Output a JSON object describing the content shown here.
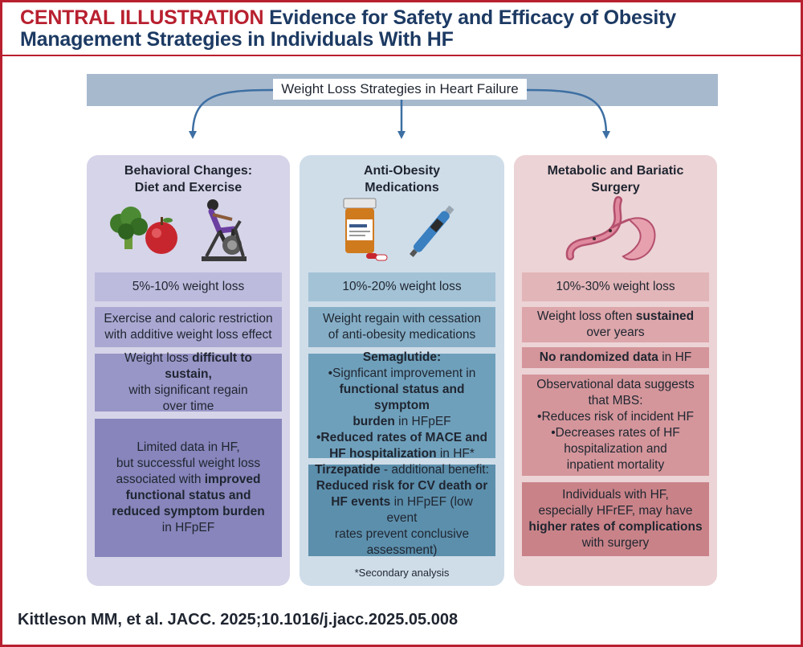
{
  "header": {
    "label": "CENTRAL ILLUSTRATION",
    "title_line1": "Evidence for Safety and Efficacy of Obesity",
    "title_line2": "Management Strategies in Individuals With HF"
  },
  "banner": {
    "text": "Weight Loss Strategies in Heart Failure"
  },
  "columns": [
    {
      "title_line1": "Behavioral Changes:",
      "title_line2": "Diet and Exercise",
      "box1": "5%-10% weight loss",
      "box2_line1": "Exercise and caloric restriction",
      "box2_line2": "with additive weight loss effect",
      "box3_pre": "Weight loss ",
      "box3_bold": "difficult to sustain,",
      "box3_line2": "with significant regain",
      "box3_line3": "over time",
      "box4_line1": "Limited data in HF,",
      "box4_line2": "but successful weight loss",
      "box4_line3_pre": "associated with ",
      "box4_line3_bold": "improved",
      "box4_line4_bold": "functional status and",
      "box4_line5_bold": "reduced symptom burden",
      "box4_line6": "in HFpEF"
    },
    {
      "title_line1": "Anti-Obesity",
      "title_line2": "Medications",
      "box1": "10%-20% weight loss",
      "box2_line1": "Weight regain with cessation",
      "box2_line2": "of anti-obesity medications",
      "box3_heading": "Semaglutide:",
      "box3_b1_line1": "•Signficant improvement in",
      "box3_b1_bold1": "functional status and symptom",
      "box3_b1_bold2": "burden",
      "box3_b1_rest": " in HFpEF",
      "box3_b2_bold1": "•Reduced rates of MACE and",
      "box3_b2_bold2": "HF hospitalization",
      "box3_b2_rest": " in HF*",
      "box4_bold1": "Tirzepatide",
      "box4_line1_rest": " - additional benefit:",
      "box4_bold2": "Reduced risk for CV death or",
      "box4_bold3": "HF events",
      "box4_line3_rest": " in HFpEF (low event",
      "box4_line4": "rates prevent conclusive",
      "box4_line5": "assessment)",
      "footnote": "*Secondary analysis"
    },
    {
      "title_line1": "Metabolic and Bariatic",
      "title_line2": "Surgery",
      "box1": "10%-30% weight loss",
      "box2_pre": "Weight loss often ",
      "box2_bold": "sustained",
      "box2_line2": "over years",
      "box3_bold": "No randomized data",
      "box3_rest": " in HF",
      "box4_line1": "Observational data suggests",
      "box4_line2": "that MBS:",
      "box4_b1": "•Reduces risk of incident HF",
      "box4_b2_line1": "•Decreases rates of HF",
      "box4_b2_line2": "hospitalization and",
      "box4_b2_line3": "inpatient mortality",
      "box5_line1": "Individuals with HF,",
      "box5_line2": "especially HFrEF, may have",
      "box5_bold": "higher rates of complications",
      "box5_line4": "with surgery"
    }
  ],
  "citation": "Kittleson MM, et al. JACC. 2025;10.1016/j.jacc.2025.05.008",
  "colors": {
    "accent_red": "#b8202f",
    "title_navy": "#1c3a63",
    "arrow_blue": "#3d6fa3",
    "col1_bg": "#d6d4e8",
    "col2_bg": "#cfdde9",
    "col3_bg": "#ecd3d6"
  },
  "icons": [
    "broccoli-icon",
    "apple-icon",
    "exercise-bike-icon",
    "pill-bottle-icon",
    "injection-pen-icon",
    "stomach-icon"
  ]
}
